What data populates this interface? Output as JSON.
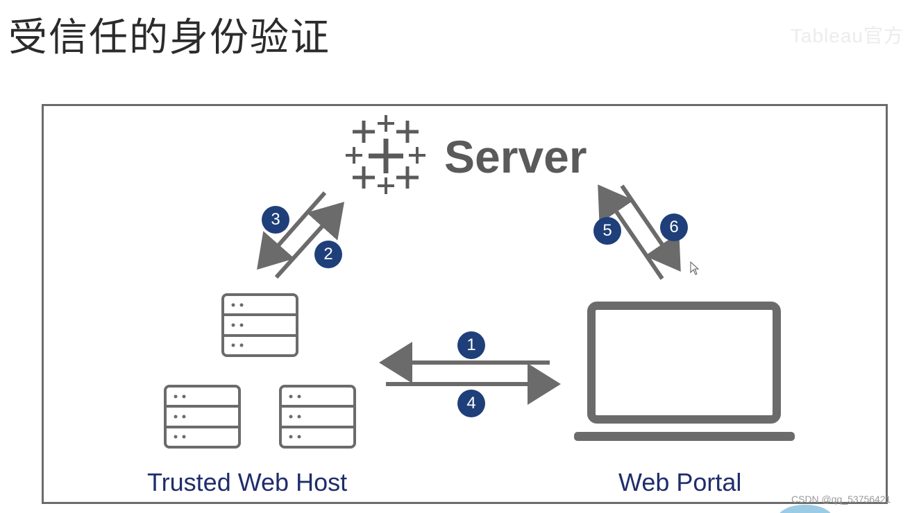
{
  "title": "受信任的身份验证",
  "watermark": "Tableau官方",
  "footer_watermark": "CSDN @qq_53756421",
  "server_label": "Server",
  "host_label": "Trusted Web Host",
  "portal_label": "Web Portal",
  "steps": {
    "s1": "1",
    "s2": "2",
    "s3": "3",
    "s4": "4",
    "s5": "5",
    "s6": "6"
  },
  "colors": {
    "arrow": "#6b6b6b",
    "step_badge": "#1f3f7a",
    "label_text": "#1f2d6b"
  },
  "icons": {
    "server_logo": "tableau-logo-icon",
    "web_host": "server-rack-icon",
    "portal": "laptop-icon"
  }
}
